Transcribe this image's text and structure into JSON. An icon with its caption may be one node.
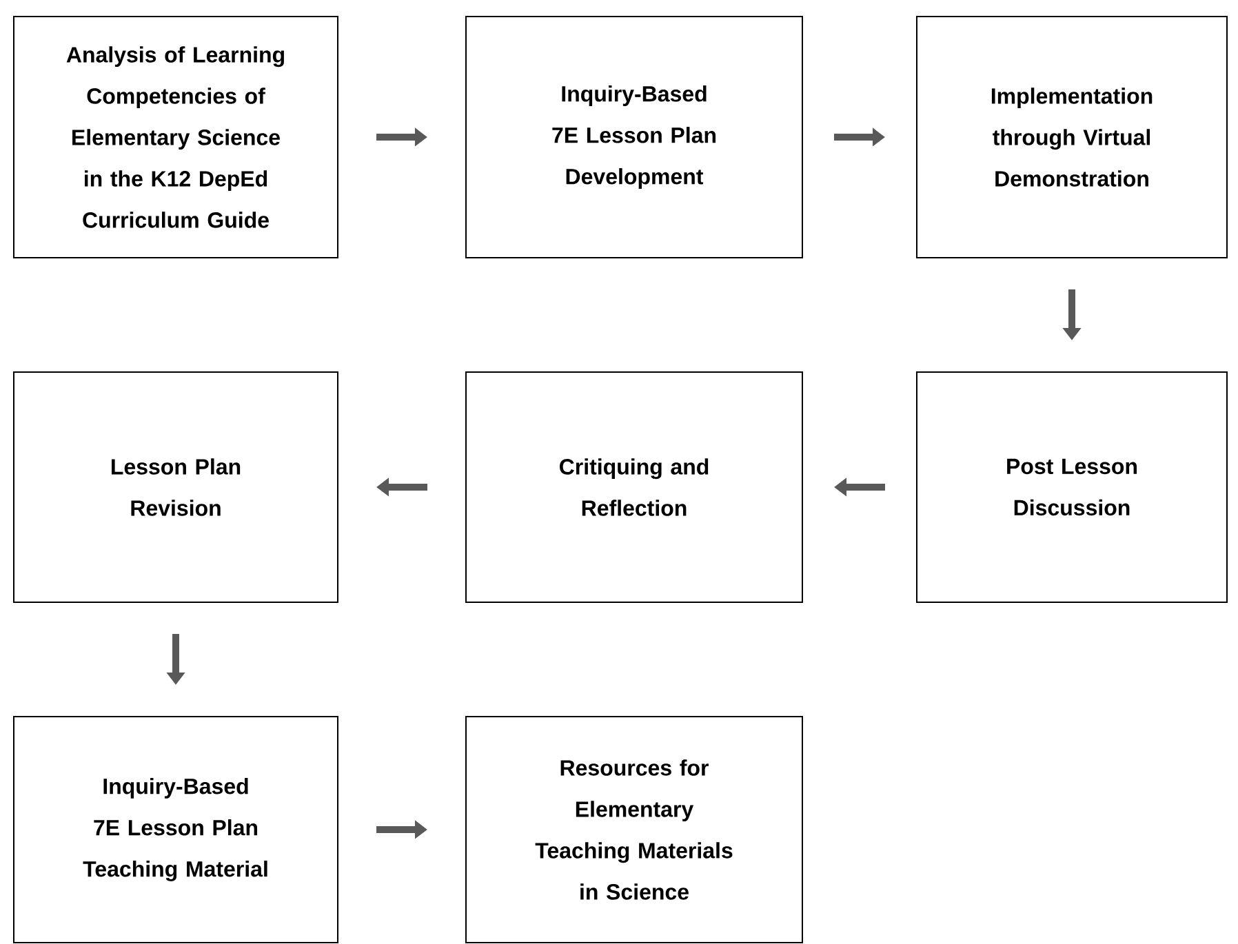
{
  "diagram": {
    "nodes": [
      {
        "text": [
          "Analysis of Learning Competencies of Elementary Science in the K12 DepEd Curriculum Guide"
        ]
      },
      {
        "text": [
          "Inquiry-Based 7E Lesson Plan Development"
        ]
      },
      {
        "text": [
          "Implementation through Virtual Demonstration"
        ]
      },
      {
        "text": [
          "Lesson Plan Revision"
        ]
      },
      {
        "text": [
          "Critiquing and Reflection"
        ]
      },
      {
        "text": [
          "Post Lesson Discussion"
        ]
      },
      {
        "text": [
          "Inquiry-Based 7E Lesson Plan Teaching Material"
        ]
      },
      {
        "text": [
          "Resources for Elementary Teaching Materials in Science"
        ]
      }
    ],
    "edges": [
      {
        "from": 0,
        "to": 1,
        "arrow": "to"
      },
      {
        "from": 1,
        "to": 2,
        "arrow": "to"
      },
      {
        "from": 2,
        "to": 5,
        "arrow": "to"
      },
      {
        "from": 5,
        "to": 4,
        "arrow": "to"
      },
      {
        "from": 4,
        "to": 3,
        "arrow": "to"
      },
      {
        "from": 3,
        "to": 6,
        "arrow": "to"
      },
      {
        "from": 6,
        "to": 7,
        "arrow": "to"
      }
    ]
  }
}
